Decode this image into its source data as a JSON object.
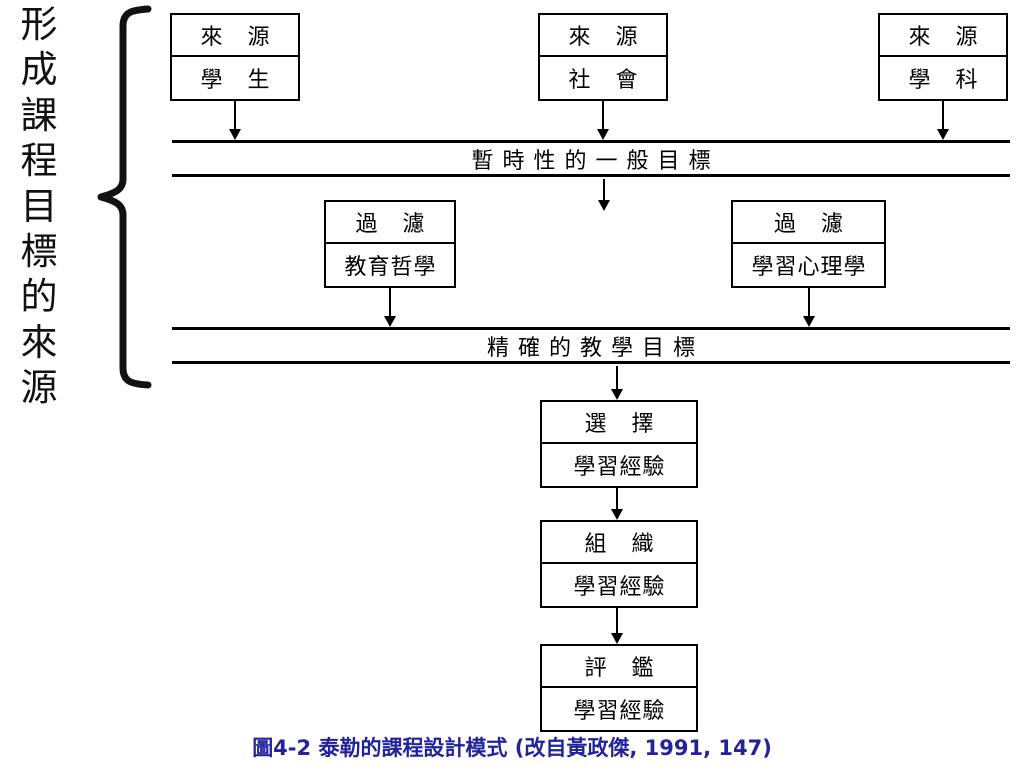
{
  "figure": {
    "side_label_chars": [
      "形",
      "成",
      "課",
      "程",
      "目",
      "標",
      "的",
      "來",
      "源"
    ],
    "side_label_text": "形成課程目標的來源",
    "caption": "圖4-2  泰勒的課程設計模式 (改自黃政傑, 1991, 147)",
    "caption_color": "#22229c",
    "line_color": "#000000",
    "background_color": "#ffffff"
  },
  "sources": [
    {
      "title": "來 源",
      "value": "學 生"
    },
    {
      "title": "來 源",
      "value": "社 會"
    },
    {
      "title": "來 源",
      "value": "學 科"
    }
  ],
  "bands": [
    {
      "label": "暫時性的一般目標"
    },
    {
      "label": "精確的教學目標"
    }
  ],
  "filters": [
    {
      "title": "過 濾",
      "value": "教育哲學"
    },
    {
      "title": "過 濾",
      "value": "學習心理學"
    }
  ],
  "steps": [
    {
      "title": "選 擇",
      "value": "學習經驗"
    },
    {
      "title": "組 織",
      "value": "學習經驗"
    },
    {
      "title": "評 鑑",
      "value": "學習經驗"
    }
  ]
}
